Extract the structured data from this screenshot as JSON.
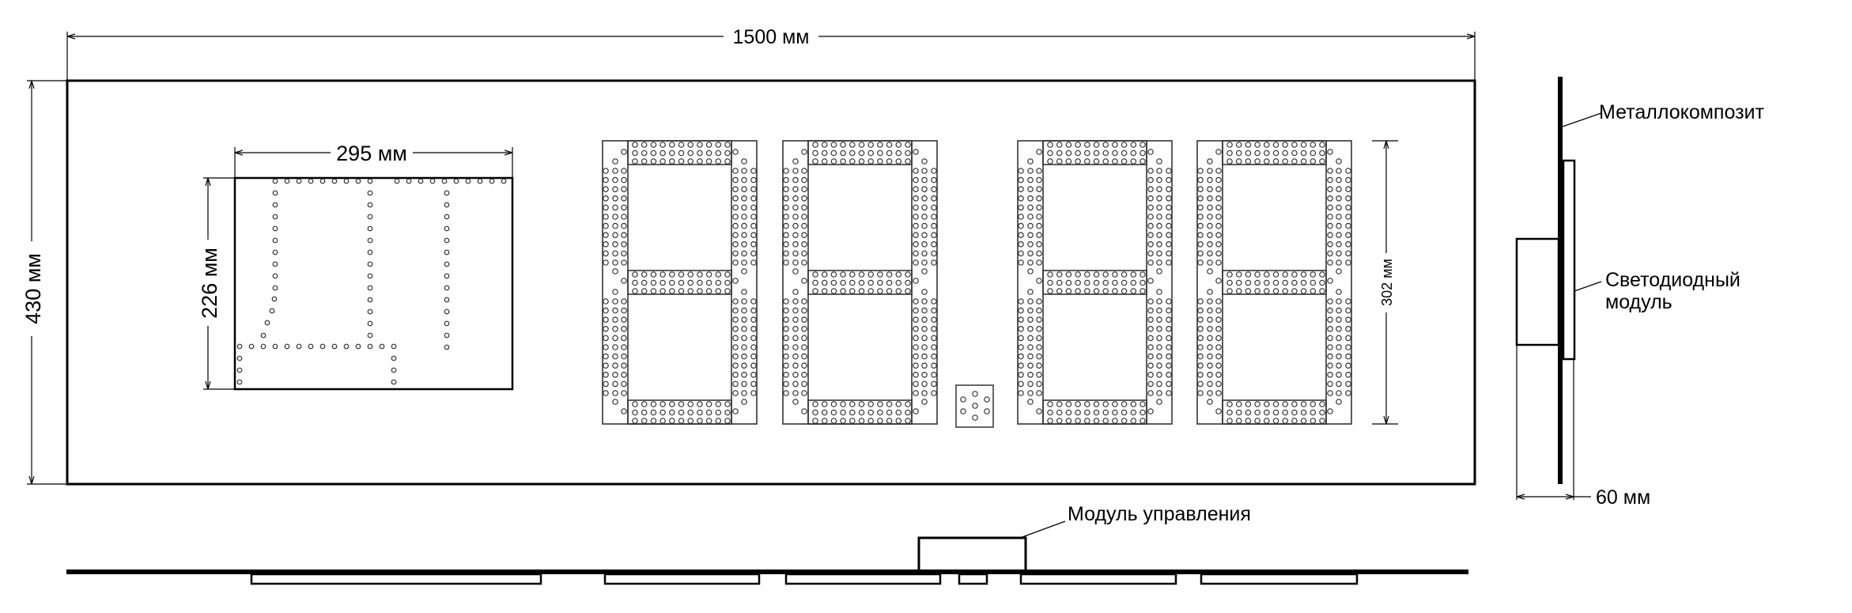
{
  "dimensions": {
    "overall_width": "1500 мм",
    "overall_height": "430 мм",
    "module_width": "295 мм",
    "module_height": "226 мм",
    "digit_height": "302 мм",
    "depth": "60 мм"
  },
  "labels": {
    "metal_composite": "Металлокомпозит",
    "led_module_line1": "Светодиодный",
    "led_module_line2": "модуль",
    "control_module": "Модуль управления"
  },
  "colors": {
    "line": "#000000",
    "led_outline": "#333333",
    "background": "#ffffff"
  }
}
